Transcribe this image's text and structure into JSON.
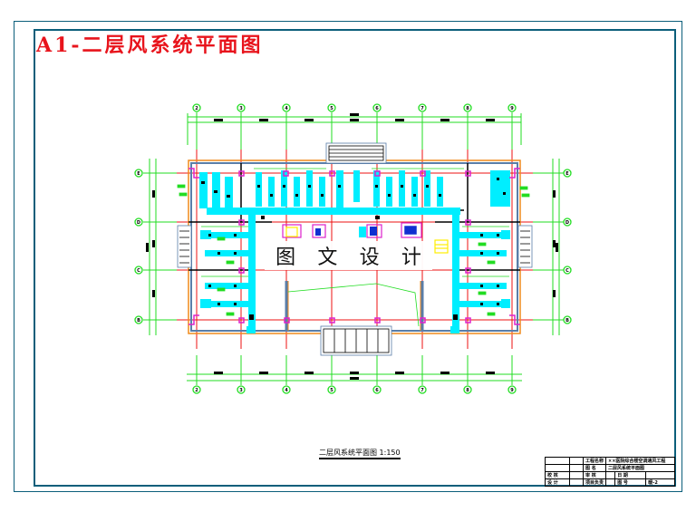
{
  "sheet": {
    "title": "A1-二层风系统平面图",
    "title_color": "#e8141c",
    "frame_color": "#0b5e7a"
  },
  "plan": {
    "caption": "二层风系统平面图 1:150",
    "watermark": [
      "图",
      "文",
      "设",
      "计"
    ],
    "column_axes": [
      "2",
      "3",
      "4",
      "5",
      "6",
      "7",
      "8",
      "9"
    ],
    "row_axes": [
      "E",
      "D",
      "C",
      "B"
    ],
    "colors": {
      "axis_green": "#22dd22",
      "grid_red": "#ee1111",
      "duct_cyan": "#00eeff",
      "column_magenta": "#dd22cc",
      "wall_black": "#000000",
      "wall_steel": "#5a7ea8",
      "wall_orange": "#f08a1c",
      "equipment_yellow": "#ffee00",
      "equipment_blue": "#1030d0"
    }
  },
  "title_block": {
    "rows": [
      [
        "",
        "",
        "工程名称",
        "××医院综合楼空调通风工程",
        "",
        ""
      ],
      [
        "",
        "",
        "图 名",
        "二层风系统平面图",
        "",
        ""
      ],
      [
        "校 核",
        "",
        "审 核",
        "",
        "日 期",
        ""
      ],
      [
        "设 计",
        "",
        "项目负责",
        "",
        "图 号",
        "暖-2"
      ]
    ]
  }
}
